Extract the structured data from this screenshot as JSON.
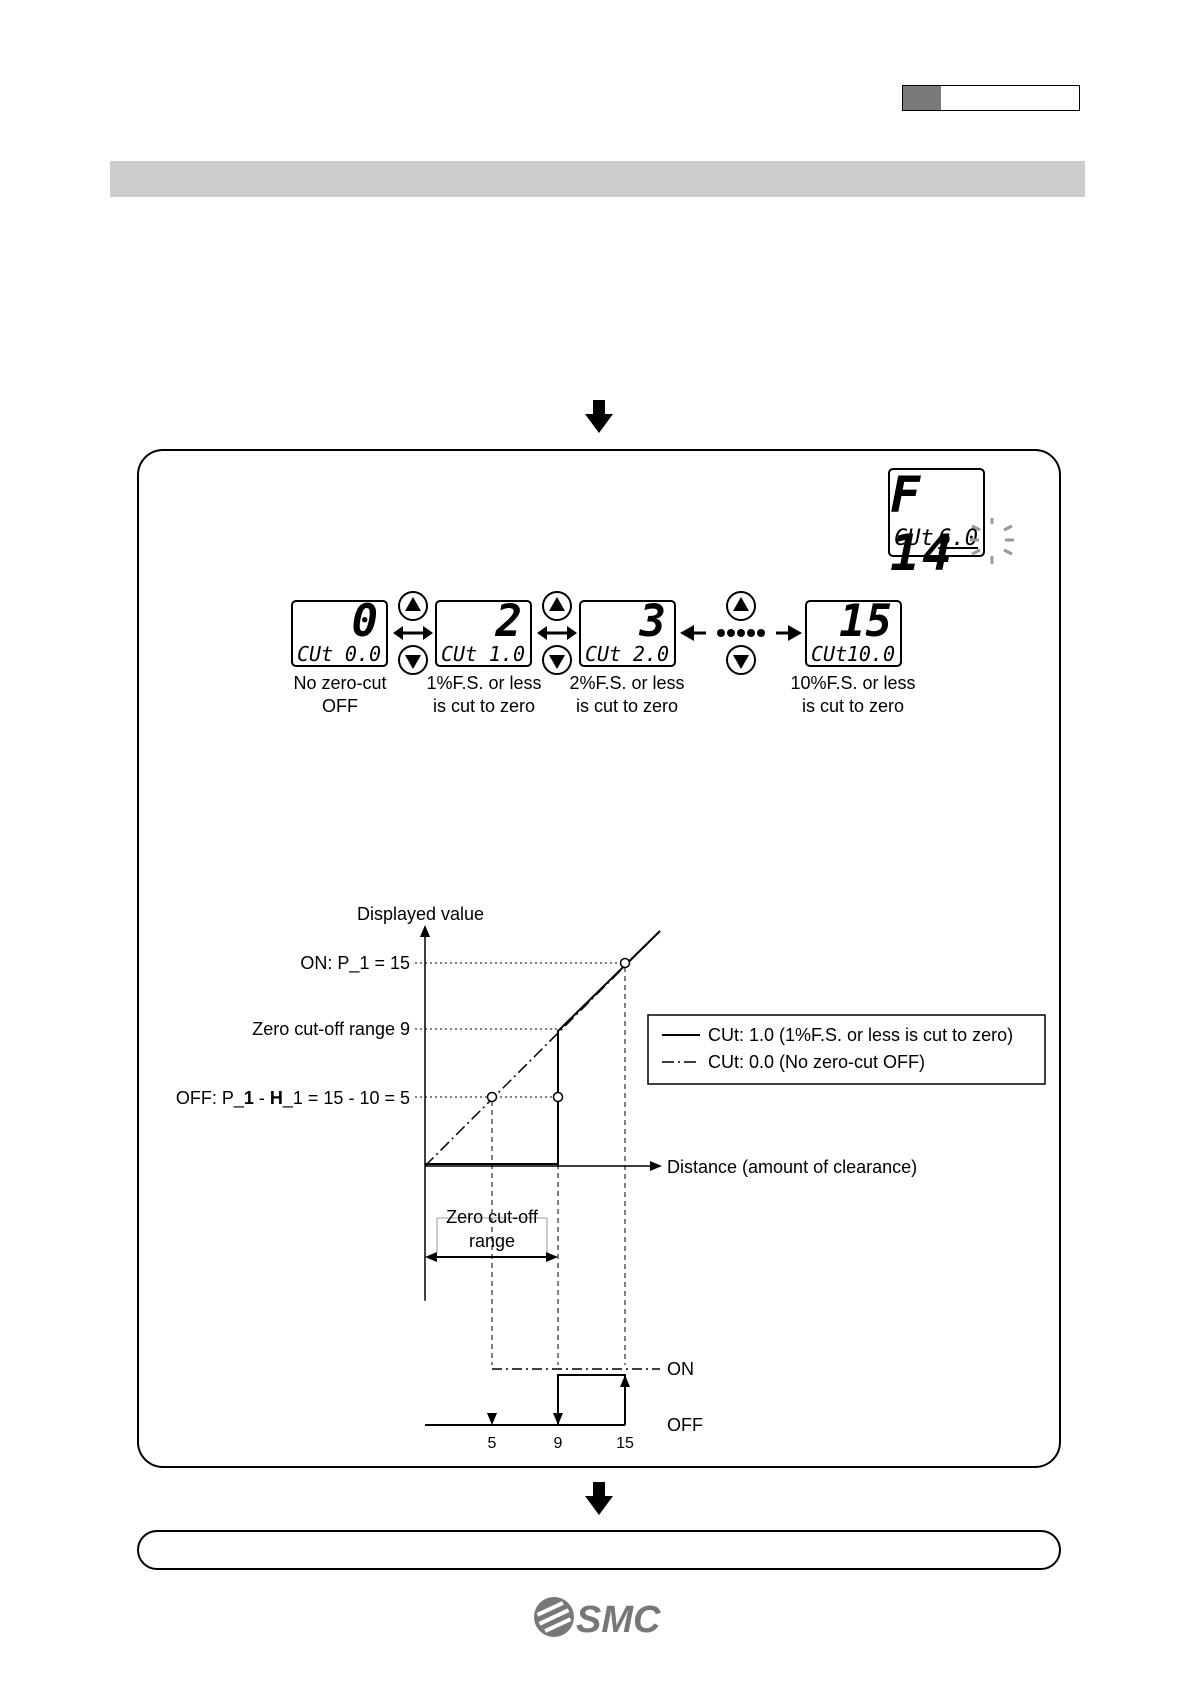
{
  "display_top": {
    "main": "F 14",
    "sub_label": "CUt",
    "sub_value": "6.0"
  },
  "displays": [
    {
      "main": "0",
      "sub_label": "CUt",
      "sub_value": "0.0",
      "caption1": "No zero-cut",
      "caption2": "OFF"
    },
    {
      "main": "2",
      "sub_label": "CUt",
      "sub_value": "1.0",
      "caption1": "1%F.S. or less",
      "caption2": "is cut to zero"
    },
    {
      "main": "3",
      "sub_label": "CUt",
      "sub_value": "2.0",
      "caption1": "2%F.S. or less",
      "caption2": "is cut to zero"
    },
    {
      "main": "15",
      "sub_label": "CUt",
      "sub_value": "10.0",
      "caption1": "10%F.S. or less",
      "caption2": "is cut to zero"
    }
  ],
  "graph": {
    "y_axis_label": "Displayed value",
    "x_axis_label": "Distance (amount of clearance)",
    "label_on": "ON: P_1 = 15",
    "label_zero_range": "Zero cut-off range 9",
    "label_off_prefix": "OFF: P_",
    "label_off_1": "1",
    "label_off_mid": " - ",
    "label_off_h": "H",
    "label_off_rest": "_1 = 15 - 10 = 5",
    "legend_solid": "CUt: 1.0 (1%F.S. or less is cut to zero)",
    "legend_dashdot": "CUt: 0.0 (No zero-cut OFF)",
    "range_label_1": "Zero cut-off",
    "range_label_2": "range",
    "output_on": "ON",
    "output_off": "OFF",
    "ticks": [
      "5",
      "9",
      "15"
    ]
  },
  "footer": {
    "logo": "SMC"
  }
}
